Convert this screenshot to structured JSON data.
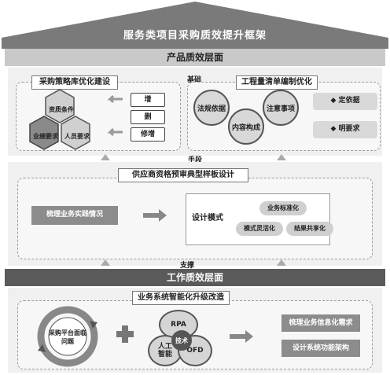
{
  "title": "服务类项目采购质效提升框架",
  "product_layer": {
    "title": "产品质效层面",
    "foundation_label": "基础",
    "strategy": {
      "title": "采购策略库优化建设",
      "items": [
        "资质条件",
        "业绩要求",
        "人员要求"
      ],
      "actions": [
        "增",
        "删",
        "修增"
      ]
    },
    "bill": {
      "title": "工程量清单编制优化",
      "circles": [
        "法规依据",
        "注意事项",
        "内容构成"
      ],
      "items": [
        "定依据",
        "明要求"
      ]
    }
  },
  "means_label": "手段",
  "design": {
    "title": "供应商资格预审典型样板设计",
    "source": "梳理业务实践情况",
    "mode_title": "设计模式",
    "bubbles": [
      "业务标准化",
      "模式灵活化",
      "结果共享化"
    ]
  },
  "support_label": "支撑",
  "work_layer": {
    "title": "工作质效层面",
    "upgrade_title": "业务系统智能化升级改造",
    "problem": "采购平台面临问题",
    "tech": {
      "center": "技术",
      "items": [
        "RPA",
        "人工智能",
        "OFD"
      ]
    },
    "outputs": [
      "梳理业务信息化需求",
      "设计系统功能架构"
    ]
  }
}
